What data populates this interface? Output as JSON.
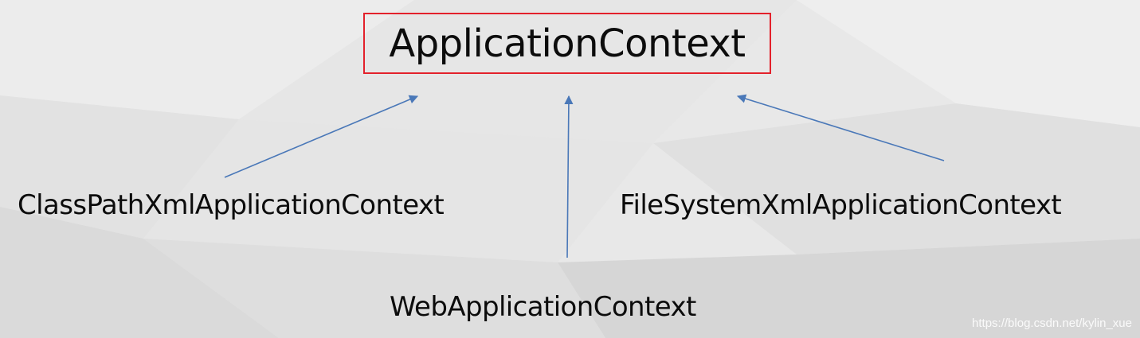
{
  "diagram": {
    "root": {
      "label": "ApplicationContext"
    },
    "children": [
      {
        "label": "ClassPathXmlApplicationContext"
      },
      {
        "label": "WebApplicationContext"
      },
      {
        "label": "FileSystemXmlApplicationContext"
      }
    ],
    "edge_color": "#4a78b8",
    "highlight_color": "#e3212b"
  },
  "watermark": {
    "text": "https://blog.csdn.net/kylin_xue"
  }
}
